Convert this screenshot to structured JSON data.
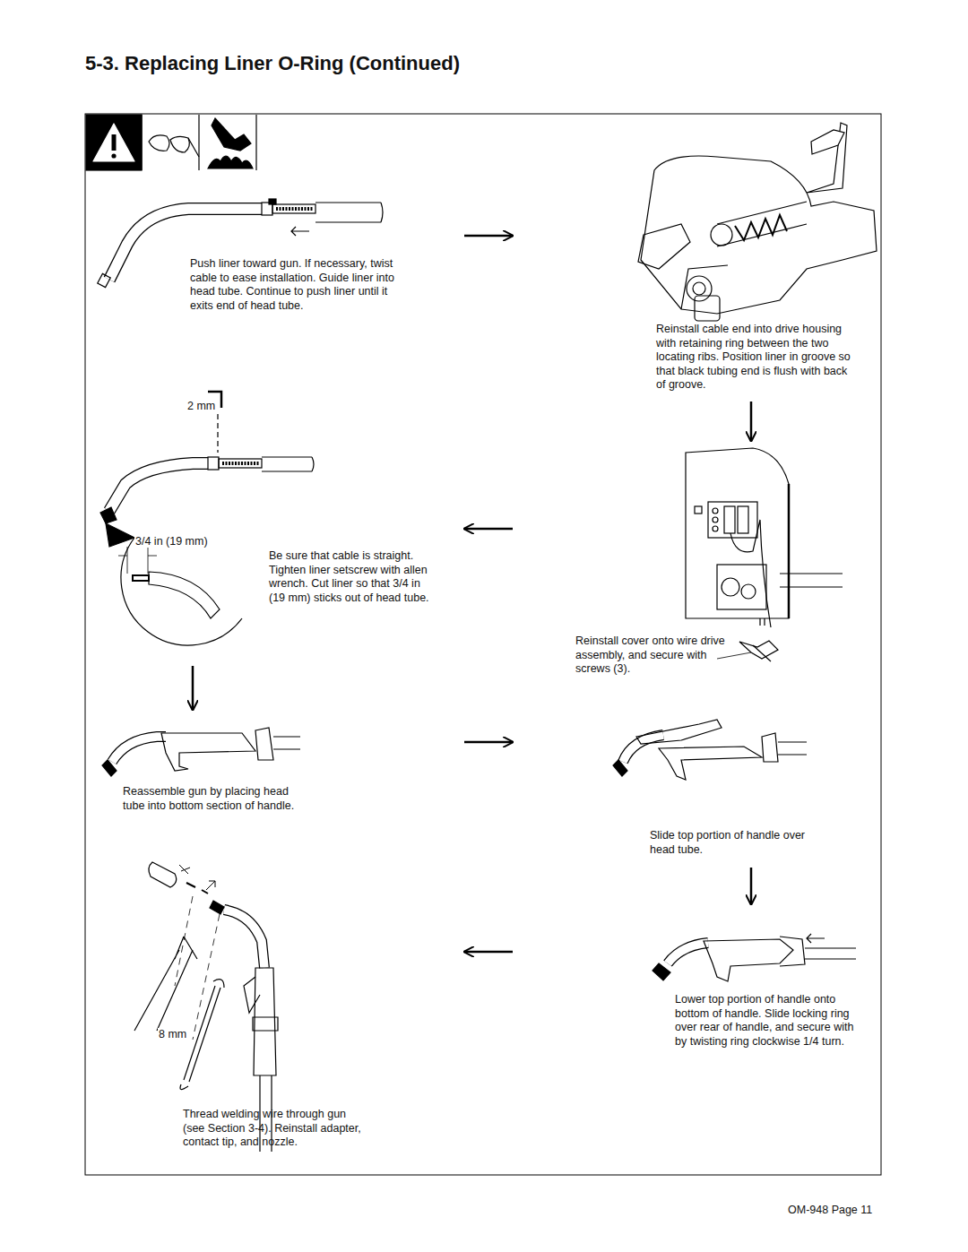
{
  "diagram": {
    "title": "5-3. Replacing Liner O-Ring (Continued)",
    "nodes": [
      {
        "text": [
          "Push liner toward gun. If necessary, twist cable to ease installation. Guide liner into head tube. Continue to push liner until it exits end of head tube."
        ]
      },
      {
        "text": [
          "Reinstall cable end into drive housing with retaining ring between the two locating ribs. Position liner in groove so that black tubing end is flush with back of groove."
        ]
      },
      {
        "text": [
          "Reinstall cover onto wire drive assembly, and secure with screws (3)."
        ]
      },
      {
        "text": [
          "Be sure that cable is straight. Tighten liner setscrew with allen wrench. Cut liner so that 3/4 in (19 mm) sticks out of head tube."
        ]
      },
      {
        "text": [
          "Reassemble gun by placing head tube into bottom section of handle."
        ]
      },
      {
        "text": [
          "Slide top portion of handle over head tube."
        ]
      },
      {
        "text": [
          "Lower top portion of handle onto bottom of handle. Slide locking ring over rear of handle, and secure with by twisting ring clockwise 1/4 turn."
        ]
      },
      {
        "text": [
          "Thread welding wire through gun (see Section 3-4). Reinstall adapter, contact tip, and nozzle."
        ]
      }
    ],
    "edges": [
      {
        "from": 0,
        "to": 1,
        "arrow": "to"
      },
      {
        "from": 1,
        "to": 2,
        "arrow": "to"
      },
      {
        "from": 2,
        "to": 3,
        "arrow": "to"
      },
      {
        "from": 3,
        "to": 4,
        "arrow": "to"
      },
      {
        "from": 4,
        "to": 5,
        "arrow": "to"
      },
      {
        "from": 5,
        "to": 6,
        "arrow": "to"
      },
      {
        "from": 6,
        "to": 7,
        "arrow": "to"
      }
    ],
    "labels": [
      "2 mm",
      "3/4 in (19 mm)",
      "8 mm",
      "OM-948 Page 11"
    ]
  }
}
